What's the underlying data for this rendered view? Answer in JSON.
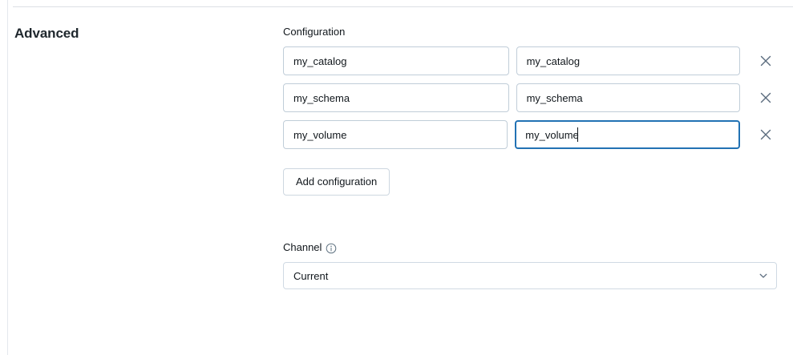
{
  "section": {
    "title": "Advanced"
  },
  "configuration": {
    "label": "Configuration",
    "rows": [
      {
        "key": "my_catalog",
        "value": "my_catalog",
        "key_placeholder": "Key",
        "value_placeholder": "Value",
        "focused": false
      },
      {
        "key": "my_schema",
        "value": "my_schema",
        "key_placeholder": "Key",
        "value_placeholder": "Value",
        "focused": false
      },
      {
        "key": "my_volume",
        "value": "my_volume",
        "key_placeholder": "Key",
        "value_placeholder": "Value",
        "focused": true
      }
    ],
    "remove_icon": "close-icon",
    "add_button_label": "Add configuration"
  },
  "channel": {
    "label": "Channel",
    "info_icon": "info-circle-icon",
    "selected": "Current",
    "chevron_icon": "chevron-down-icon"
  },
  "colors": {
    "focus_border": "#2272b4",
    "field_border": "#c0cdd8",
    "text": "#11171c",
    "icon": "#5a6b7d",
    "divider": "#dce0e5"
  }
}
